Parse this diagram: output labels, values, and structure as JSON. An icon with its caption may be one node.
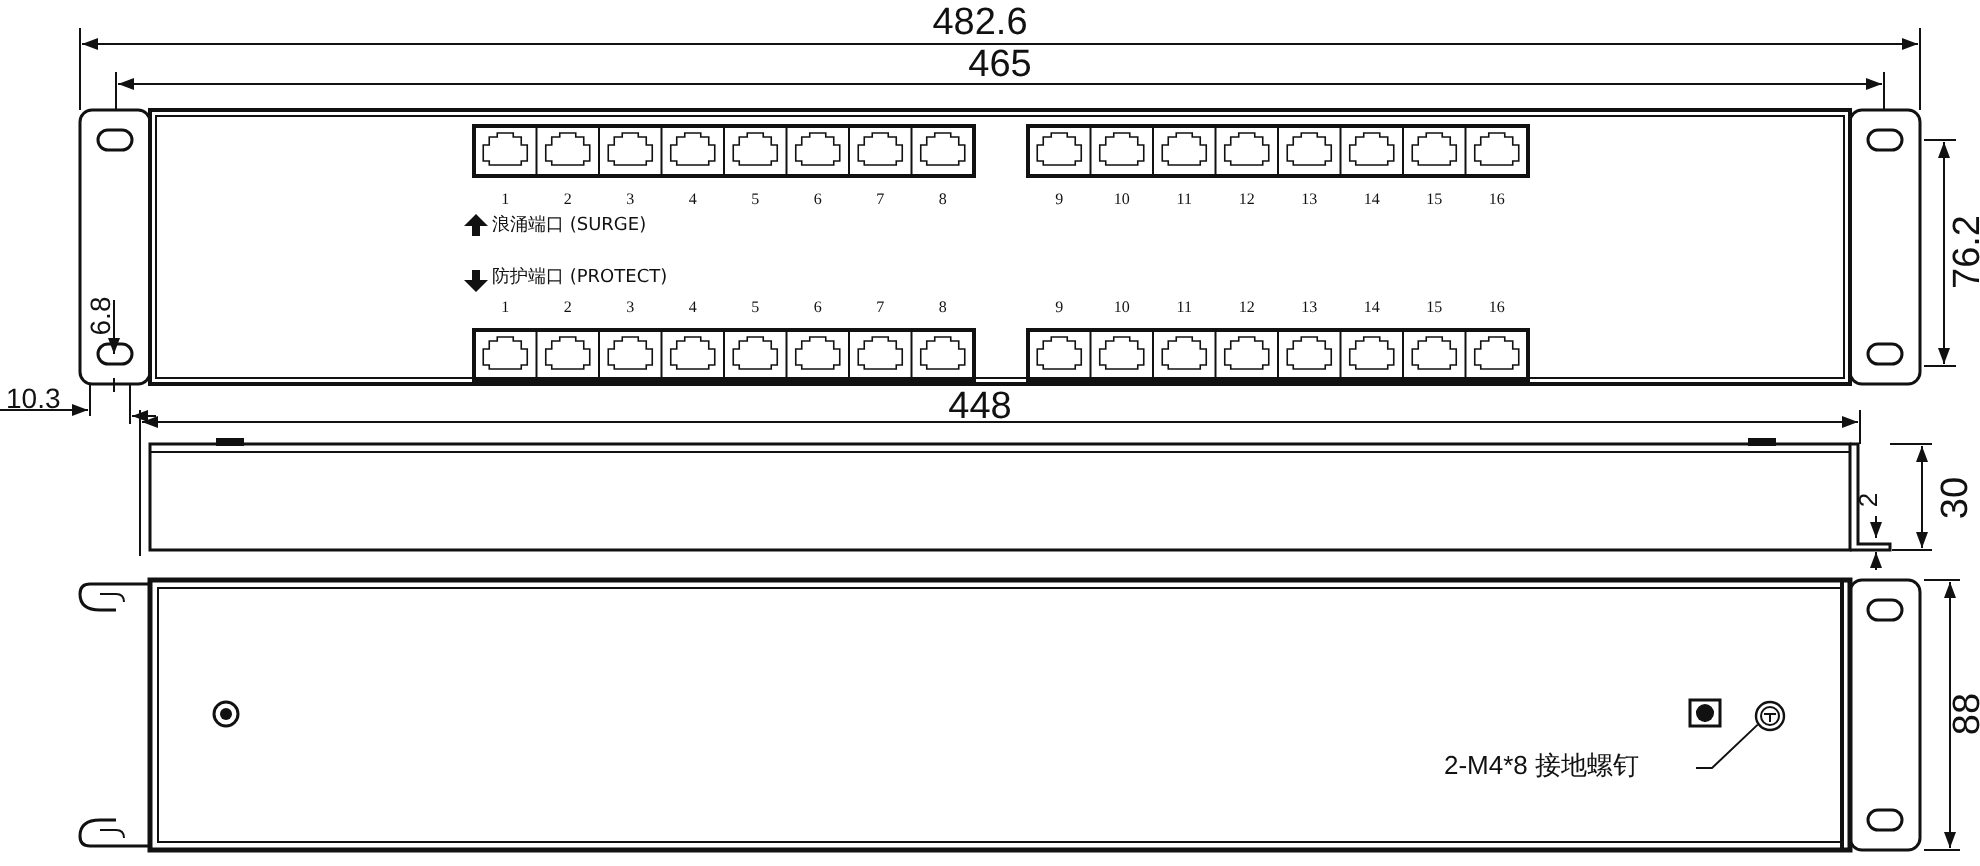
{
  "diagram": {
    "nodes": [
      {
        "text": [
          "2-M4*8 接地螺钉"
        ]
      },
      {
        "text": [],
        "shape": "circle"
      }
    ],
    "edges": [
      {
        "from": 0,
        "to": 1,
        "arrow": "none"
      }
    ],
    "labels": [
      "482.6",
      "465",
      "1",
      "2",
      "3",
      "4",
      "5",
      "6",
      "7",
      "8",
      "9",
      "10",
      "11",
      "12",
      "13",
      "14",
      "15",
      "16",
      "浪涌端口 (SURGE)",
      "76.2",
      "防护端口 (PROTECT)",
      "1",
      "2",
      "3",
      "4",
      "5",
      "6",
      "7",
      "8",
      "9",
      "10",
      "11",
      "12",
      "13",
      "14",
      "15",
      "16",
      "6.8",
      "10.3",
      "448",
      "30",
      "2",
      "88"
    ]
  }
}
